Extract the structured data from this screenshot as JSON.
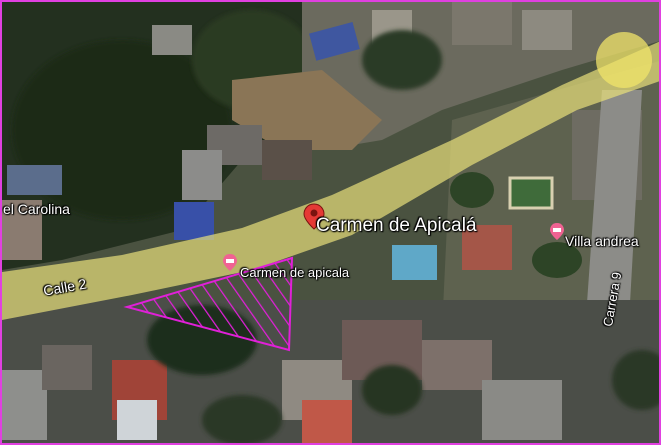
{
  "labels": {
    "place_main": "Carmen de Apicalá",
    "place_secondary": "Carmen de apicala",
    "villa": "Villa andrea",
    "carolina": "el Carolina",
    "street_calle": "Calle 2",
    "street_carrera": "Carrera 9"
  },
  "colors": {
    "road_highlight": "#e8e07a",
    "hatch": "#e020d8",
    "pin_red": "#e53935",
    "hotel_pin": "#f06292"
  },
  "icons": {
    "main_marker": "map-pin-icon",
    "hotel_marker": "hotel-bed-icon"
  }
}
